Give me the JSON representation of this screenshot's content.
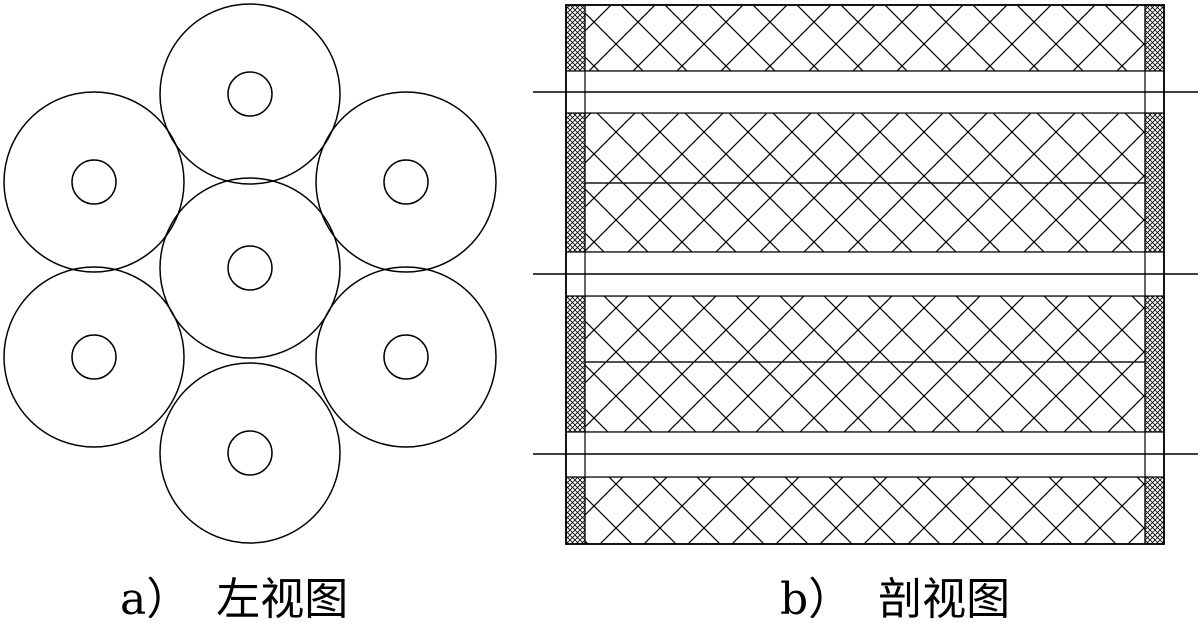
{
  "figure": {
    "left_view": {
      "label": "a）",
      "title": "左视图"
    },
    "section_view": {
      "label": "b）",
      "title": "剖视图"
    }
  },
  "colors": {
    "stroke": "#000000",
    "background": "#ffffff"
  }
}
